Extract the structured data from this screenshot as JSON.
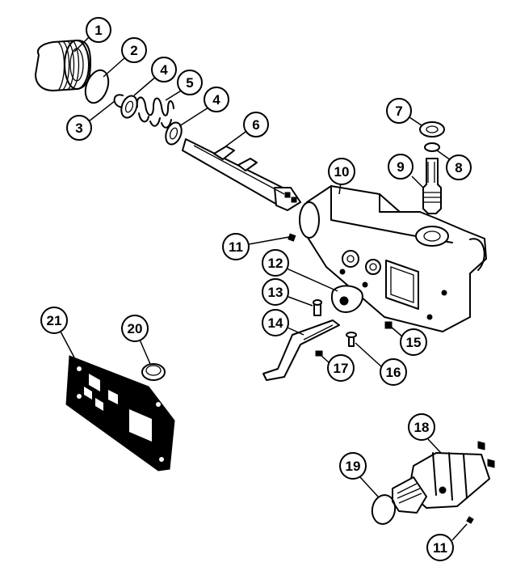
{
  "diagram": {
    "callouts": [
      {
        "id": "c1",
        "label": "1"
      },
      {
        "id": "c2",
        "label": "2"
      },
      {
        "id": "c3",
        "label": "3"
      },
      {
        "id": "c4a",
        "label": "4"
      },
      {
        "id": "c5",
        "label": "5"
      },
      {
        "id": "c4b",
        "label": "4"
      },
      {
        "id": "c6",
        "label": "6"
      },
      {
        "id": "c7",
        "label": "7"
      },
      {
        "id": "c8",
        "label": "8"
      },
      {
        "id": "c9",
        "label": "9"
      },
      {
        "id": "c10",
        "label": "10"
      },
      {
        "id": "c11a",
        "label": "11"
      },
      {
        "id": "c12",
        "label": "12"
      },
      {
        "id": "c13",
        "label": "13"
      },
      {
        "id": "c14",
        "label": "14"
      },
      {
        "id": "c15",
        "label": "15"
      },
      {
        "id": "c16",
        "label": "16"
      },
      {
        "id": "c17",
        "label": "17"
      },
      {
        "id": "c18",
        "label": "18"
      },
      {
        "id": "c19",
        "label": "19"
      },
      {
        "id": "c20",
        "label": "20"
      },
      {
        "id": "c21",
        "label": "21"
      },
      {
        "id": "c11b",
        "label": "11"
      }
    ]
  }
}
